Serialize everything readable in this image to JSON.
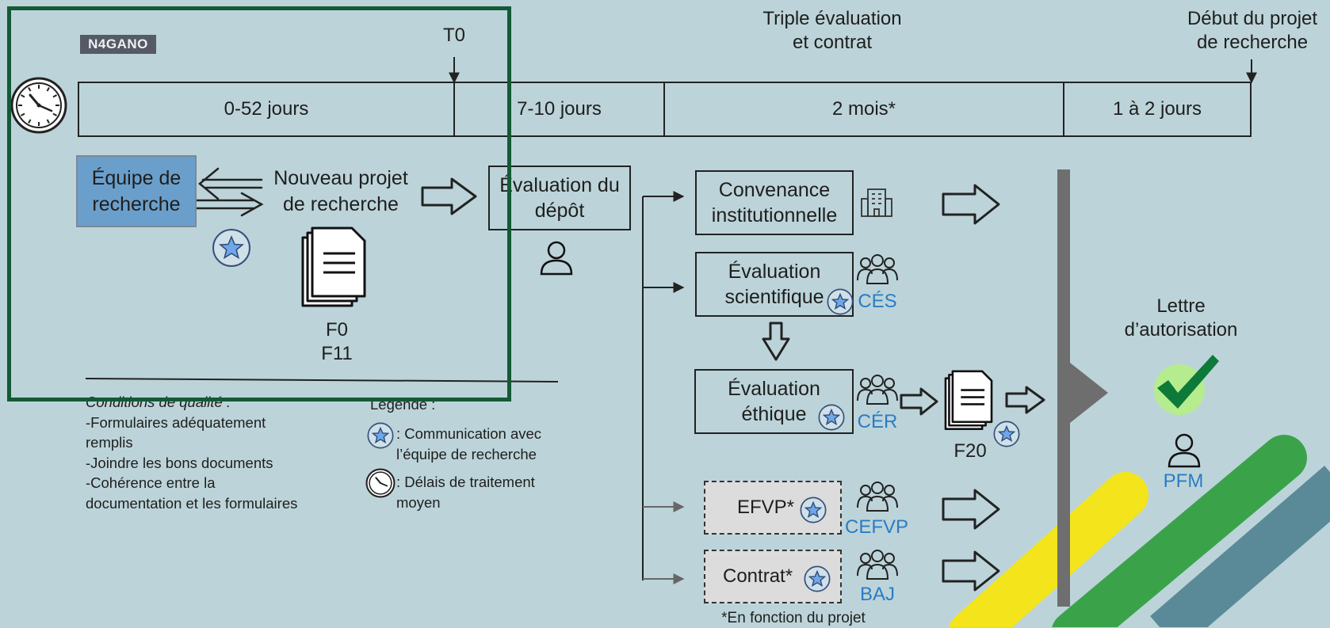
{
  "brand": {
    "logo_text": "N4GANO"
  },
  "timeline": {
    "t0_label": "T0",
    "phase1": "0-52 jours",
    "phase2": "7-10 jours",
    "phase3": "2 mois*",
    "phase4": "1 à 2 jours",
    "triple_line1": "Triple évaluation",
    "triple_line2": "et contrat",
    "start_line1": "Début du projet",
    "start_line2": "de recherche"
  },
  "nodes": {
    "team_line1": "Équipe de",
    "team_line2": "recherche",
    "new_project_line1": "Nouveau projet",
    "new_project_line2": "de recherche",
    "form_f0": "F0",
    "form_f11": "F11",
    "deposit_line1": "Évaluation du",
    "deposit_line2": "dépôt",
    "institutional_line1": "Convenance",
    "institutional_line2": "institutionnelle",
    "scientific_line1": "Évaluation",
    "scientific_line2": "scientifique",
    "scientific_committee": "CÉS",
    "ethics_line1": "Évaluation",
    "ethics_line2": "éthique",
    "ethics_committee": "CÉR",
    "form_f20": "F20",
    "efvp_label": "EFVP*",
    "efvp_committee": "CEFVP",
    "contract_label": "Contrat*",
    "contract_committee": "BAJ",
    "footnote": "*En fonction du projet",
    "letter_line1": "Lettre",
    "letter_line2": "d’autorisation",
    "pfm_label": "PFM"
  },
  "quality": {
    "title": "Conditions de qualité :",
    "items": [
      "-Formulaires adéquatement",
      "remplis",
      "-Joindre les bons documents",
      "-Cohérence entre la",
      "documentation et les formulaires"
    ]
  },
  "legend": {
    "title": "Légende :",
    "star_line1": ": Communication avec",
    "star_line2": "l’équipe de recherche",
    "clock_line1": ": Délais de traitement",
    "clock_line2": "moyen"
  },
  "colors": {
    "background": "#bcd4d9",
    "team_box": "#6b9fcb",
    "committee_text": "#2b7cc4",
    "highlight_frame": "#135a36",
    "divider_bar": "#6e6e6e",
    "check_green": "#0d7a3a",
    "check_halo": "#b5ec8e",
    "stripe_yellow": "#f4e41b",
    "stripe_green": "#3aa34a",
    "stripe_teal": "#5a8a98"
  },
  "icons": [
    "clock-icon",
    "star-badge-icon",
    "documents-icon",
    "person-icon",
    "building-icon",
    "group-icon",
    "hollow-arrow-icon",
    "checkmark-icon"
  ]
}
